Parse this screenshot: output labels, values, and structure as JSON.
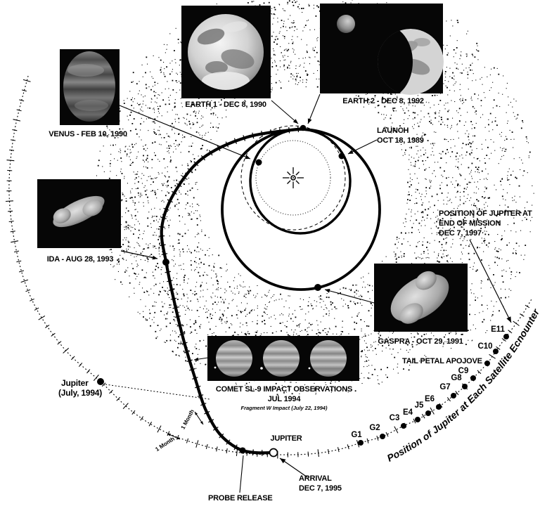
{
  "images": {
    "venus_label": "VENUS - FEB 10, 1990",
    "earth1_label": "EARTH 1 - DEC 8, 1990",
    "earth2_label": "EARTH 2 - DEC 8, 1992",
    "ida_label": "IDA - AUG 28, 1993",
    "gaspra_label": "GASPRA - OCT 29, 1991"
  },
  "sl9": {
    "line1": "COMET SL-9 IMPACT OBSERVATIONS",
    "line2": "JUL 1994",
    "note": "Fragment W Impact (July 22, 1994)"
  },
  "launch": {
    "line1": "LAUNCH",
    "line2": "OCT 18, 1989"
  },
  "end_of_mission": {
    "line1": "POSITION OF JUPITER AT",
    "line2": "END OF MISSION",
    "line3": "DEC 7, 1997"
  },
  "tail_petal_apojove": "TAIL PETAL APOJOVE",
  "jupiter_july_1994": {
    "line1": "Jupiter",
    "line2": "(July, 1994)"
  },
  "arrival": {
    "planet": "JUPITER",
    "line1": "ARRIVAL",
    "line2": "DEC 7, 1995"
  },
  "probe_release": "PROBE RELEASE",
  "scale": {
    "month": "1 Month"
  },
  "orbit_text": "Position of Jupiter at Each Satellite Ecnounter",
  "encounters": [
    "G1",
    "G2",
    "C3",
    "E4",
    "J5",
    "E6",
    "G7",
    "G8",
    "C9",
    "C10",
    "E11"
  ],
  "colors": {
    "ink": "#000000",
    "background": "#ffffff"
  }
}
